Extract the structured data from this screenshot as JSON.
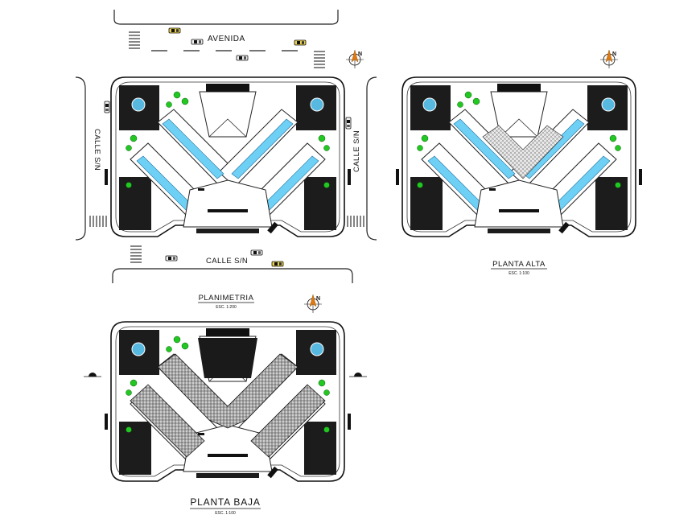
{
  "labels": {
    "avenida": "AVENIDA",
    "calle_left": "CALLE S/N",
    "calle_right": "CALLE S/N",
    "calle_bottom": "CALLE S/N",
    "planimetria_title": "PLANIMETRIA",
    "planimetria_scale": "ESC. 1:200",
    "planta_alta_title": "PLANTA ALTA",
    "planta_alta_scale": "ESC. 1:100",
    "planta_baja_title": "PLANTA BAJA",
    "planta_baja_scale": "ESC. 1:100",
    "north": "N"
  },
  "colors": {
    "water": "#6fd0f5",
    "vegetation": "#22c822",
    "north_arrow": "#e07a10",
    "line": "#111111"
  }
}
